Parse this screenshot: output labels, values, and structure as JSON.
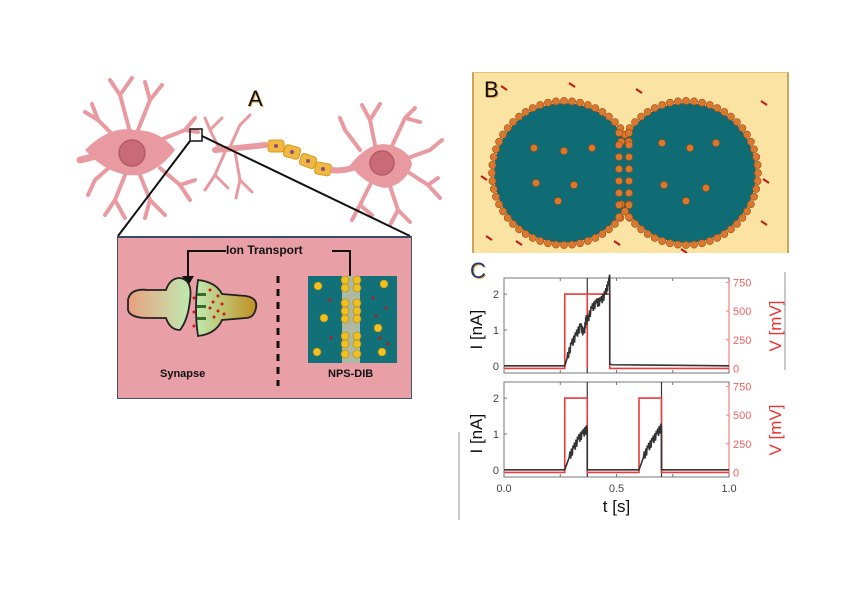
{
  "panel_a": {
    "label": "A",
    "inset": {
      "title": "Ion Transport",
      "left_caption": "Synapse",
      "right_caption": "NPS-DIB"
    },
    "colors": {
      "neuron": "#e89aa0",
      "myelin": "#f0b840",
      "inset_bg": "#e8a0a6",
      "inset_border": "#44556a",
      "dib_water": "#127078"
    }
  },
  "panel_b": {
    "label": "B",
    "colors": {
      "oil": "#fbe3a3",
      "droplet": "#0f6b74",
      "lipid_head": "#d9782e"
    }
  },
  "panel_c": {
    "label": "C",
    "chart_data": [
      {
        "type": "line",
        "title": "",
        "xlabel": "",
        "ylabel": "I [nA]",
        "y2label": "V [mV]",
        "xlim": [
          0.0,
          1.0
        ],
        "ylim": [
          -0.2,
          2.45
        ],
        "y2lim": [
          -40,
          790
        ],
        "yticks": [
          "0",
          "1",
          "2"
        ],
        "y2ticks": [
          "0",
          "250",
          "500",
          "750"
        ],
        "series": [
          {
            "name": "V",
            "axis": "right",
            "color": "#ee3a3a",
            "x": [
              0.0,
              0.27,
              0.27,
              0.37,
              0.37,
              0.37,
              0.37,
              0.47,
              0.47,
              1.0
            ],
            "y": [
              0,
              0,
              650,
              650,
              0,
              0,
              650,
              650,
              0,
              0
            ]
          },
          {
            "name": "I",
            "axis": "left",
            "color": "#333333",
            "x": [
              0.0,
              0.27,
              0.28,
              0.3,
              0.32,
              0.34,
              0.355,
              0.365,
              0.37,
              0.39,
              0.41,
              0.43,
              0.45,
              0.465,
              0.47,
              0.47,
              0.48,
              1.0
            ],
            "y": [
              0,
              0,
              0.2,
              0.6,
              0.85,
              1.1,
              0.9,
              1.3,
              1.25,
              1.6,
              1.75,
              1.8,
              2.0,
              2.3,
              2.45,
              0.05,
              0.03,
              0
            ]
          }
        ],
        "vlines": [
          0.37
        ]
      },
      {
        "type": "line",
        "title": "",
        "xlabel": "t [s]",
        "ylabel": "I [nA]",
        "y2label": "V [mV]",
        "xlim": [
          0.0,
          1.0
        ],
        "ylim": [
          -0.2,
          2.45
        ],
        "y2lim": [
          -40,
          790
        ],
        "xticks": [
          "0.0",
          "0.5",
          "1.0"
        ],
        "yticks": [
          "0",
          "1",
          "2"
        ],
        "y2ticks": [
          "0",
          "250",
          "500",
          "750"
        ],
        "series": [
          {
            "name": "V",
            "axis": "right",
            "color": "#ee3a3a",
            "x": [
              0.0,
              0.27,
              0.27,
              0.37,
              0.37,
              0.6,
              0.6,
              0.7,
              0.7,
              1.0
            ],
            "y": [
              0,
              0,
              650,
              650,
              0,
              0,
              650,
              650,
              0,
              0
            ]
          },
          {
            "name": "I",
            "axis": "left",
            "color": "#333333",
            "x": [
              0.0,
              0.27,
              0.29,
              0.31,
              0.33,
              0.35,
              0.37,
              0.37,
              0.6,
              0.62,
              0.64,
              0.66,
              0.68,
              0.7,
              0.7,
              1.0
            ],
            "y": [
              0,
              0,
              0.35,
              0.6,
              0.85,
              1.0,
              1.15,
              0,
              0,
              0.35,
              0.6,
              0.8,
              1.0,
              1.2,
              0,
              0
            ]
          }
        ],
        "vlines": [
          0.37,
          0.7
        ]
      }
    ]
  }
}
